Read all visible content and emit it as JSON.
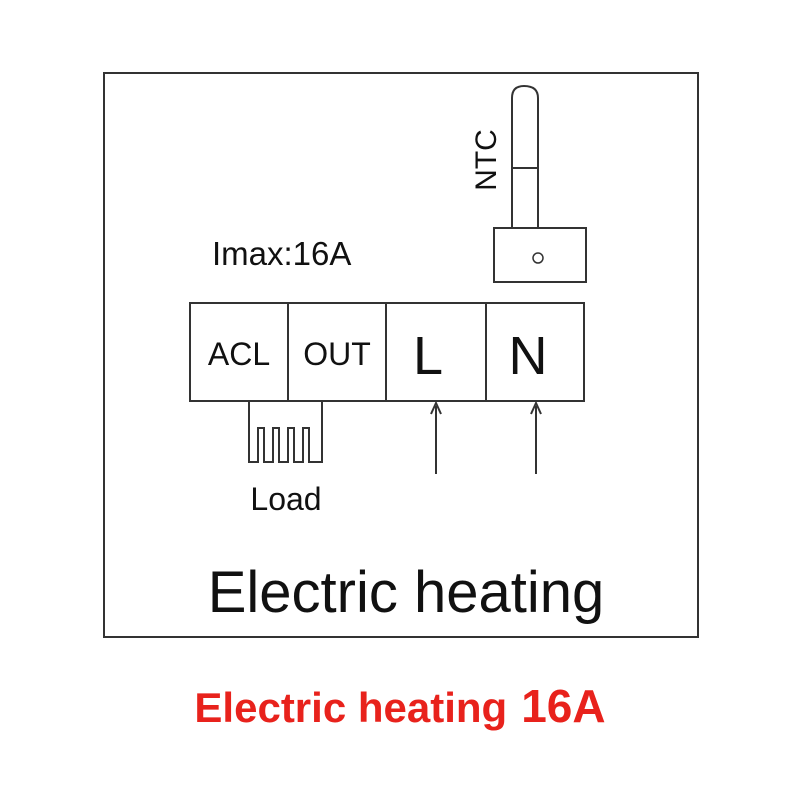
{
  "diagram": {
    "max_current_label": "Imax:16A",
    "sensor_label": "NTC",
    "terminals": [
      {
        "label": "ACL"
      },
      {
        "label": "OUT"
      },
      {
        "label": "L"
      },
      {
        "label": "N"
      }
    ],
    "load_label": "Load",
    "title": "Electric heating"
  },
  "caption": {
    "text": "Electric heating",
    "rating": "16A",
    "color": "#e8221c"
  }
}
